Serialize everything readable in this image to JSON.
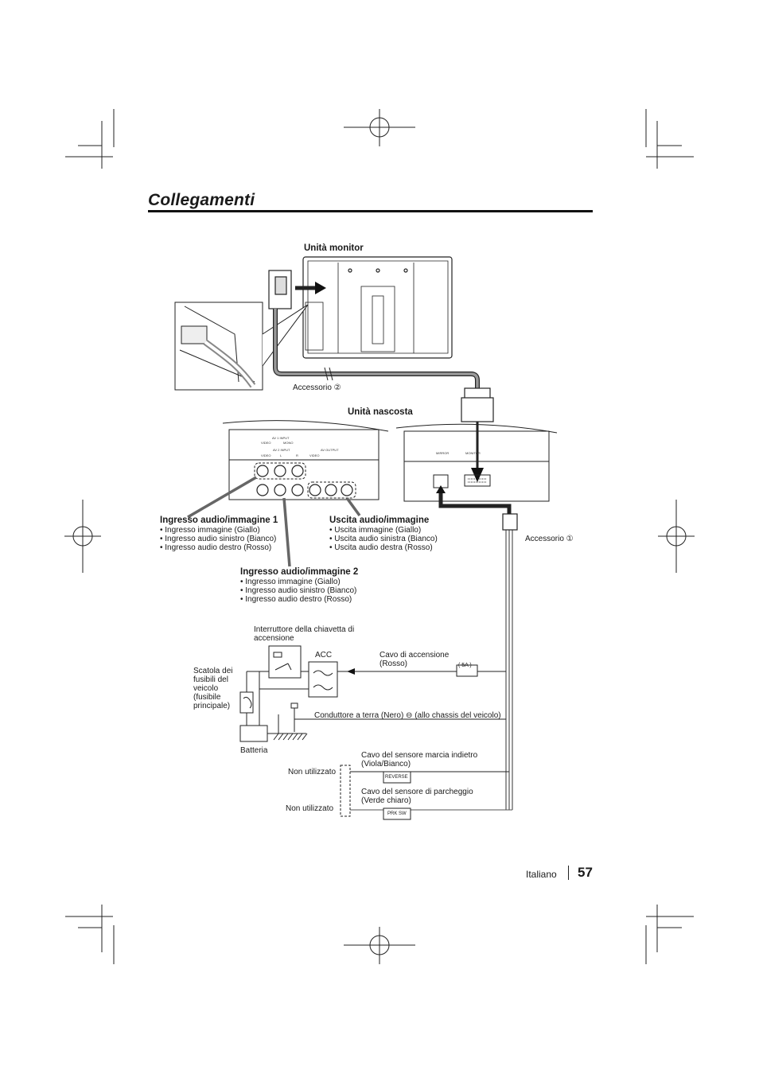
{
  "page": {
    "title": "Collegamenti",
    "language": "Italiano",
    "page_number": "57"
  },
  "monitor": {
    "label": "Unità monitor",
    "cable_label": "Accessorio ②"
  },
  "hidden_unit": {
    "label": "Unità nascosta",
    "panel_labels": {
      "av1_input": "AV 1 INPUT",
      "av2_input": "AV 2 INPUT",
      "av_output": "AV OUTPUT",
      "video": "VIDEO",
      "l": "L",
      "r": "R",
      "mono": "MONO",
      "mirror": "MIRROR",
      "monitor_port": "MONITOR"
    }
  },
  "connectors": {
    "input1": {
      "heading": "Ingresso audio/immagine 1",
      "items": [
        "• Ingresso immagine (Giallo)",
        "• Ingresso audio sinistro (Bianco)",
        "• Ingresso audio destro (Rosso)"
      ]
    },
    "output": {
      "heading": "Uscita audio/immagine",
      "items": [
        "• Uscita immagine (Giallo)",
        "• Uscita audio sinistra (Bianco)",
        "• Uscita audio destra (Rosso)"
      ]
    },
    "input2": {
      "heading": "Ingresso audio/immagine 2",
      "items": [
        "• Ingresso immagine (Giallo)",
        "• Ingresso audio sinistro (Bianco)",
        "• Ingresso audio destro (Rosso)"
      ]
    },
    "accessory1": "Accessorio ①"
  },
  "wiring": {
    "ignition_switch": "Interruttore della chiavetta di accensione",
    "acc": "ACC",
    "ignition_cable": "Cavo di accensione (Rosso)",
    "fuse": "( 5A )",
    "fuse_box": "Scatola dei fusibili del veicolo (fusibile principale)",
    "battery": "Batteria",
    "ground": "Conduttore a terra (Nero) ⊖ (allo chassis del veicolo)",
    "reverse_cable": "Cavo del sensore marcia indietro (Viola/Bianco)",
    "reverse_tag": "REVERSE",
    "parking_cable": "Cavo del sensore di parcheggio (Verde chiaro)",
    "parking_tag": "PRK SW",
    "not_used_1": "Non utilizzato",
    "not_used_2": "Non utilizzato"
  }
}
